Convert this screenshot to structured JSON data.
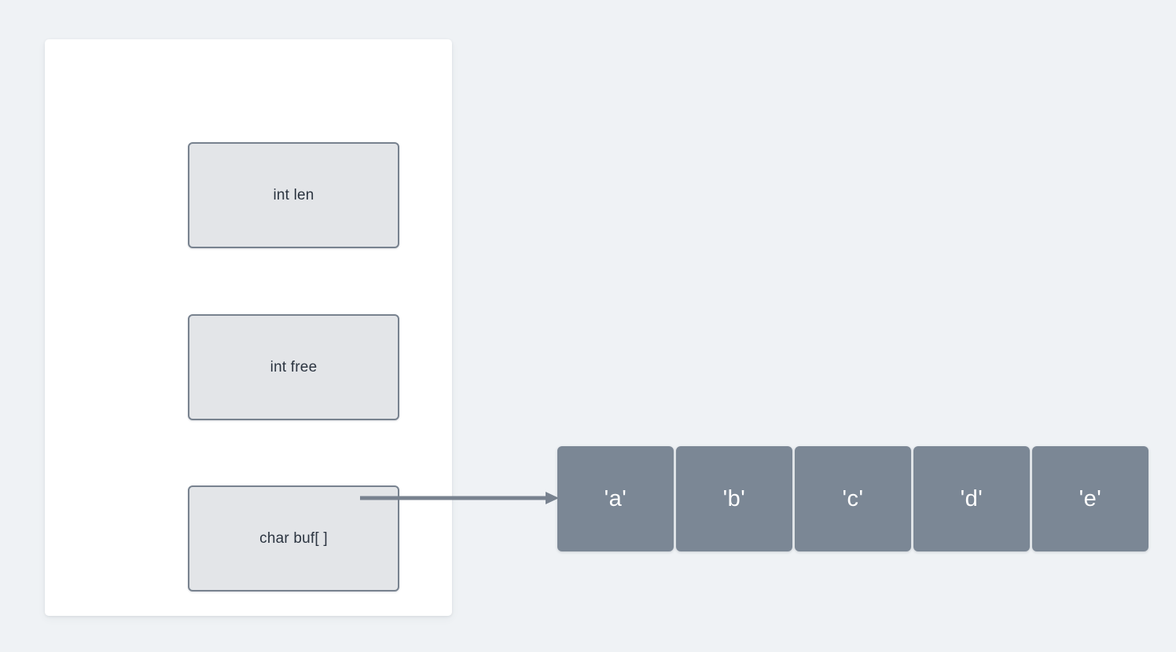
{
  "page": {
    "background_color": "#eff2f5",
    "title": "C string struct with character buffer diagram"
  },
  "struct_card": {
    "background_color": "#ffffff",
    "fields": [
      {
        "id": "len",
        "label": "int len",
        "fill": "#e3e5e8",
        "border": "#78828f",
        "text_color": "#2b3440"
      },
      {
        "id": "free",
        "label": "int free",
        "fill": "#e3e5e8",
        "border": "#78828f",
        "text_color": "#2b3440"
      },
      {
        "id": "buf",
        "label": "char buf[ ]",
        "fill": "#e3e5e8",
        "border": "#78828f",
        "text_color": "#2b3440"
      }
    ]
  },
  "pointer_arrow": {
    "name": "buf-pointer-arrow",
    "from": "char buf[ ]",
    "to": "char-array",
    "color": "#78828f",
    "style": "solid-line-with-filled-triangle-head"
  },
  "char_array": {
    "fill": "#7b8795",
    "text_color": "#ffffff",
    "cells": [
      {
        "label": "'a'",
        "value": "a",
        "index": 0
      },
      {
        "label": "'b'",
        "value": "b",
        "index": 1
      },
      {
        "label": "'c'",
        "value": "c",
        "index": 2
      },
      {
        "label": "'d'",
        "value": "d",
        "index": 3
      },
      {
        "label": "'e'",
        "value": "e",
        "index": 4
      }
    ]
  }
}
